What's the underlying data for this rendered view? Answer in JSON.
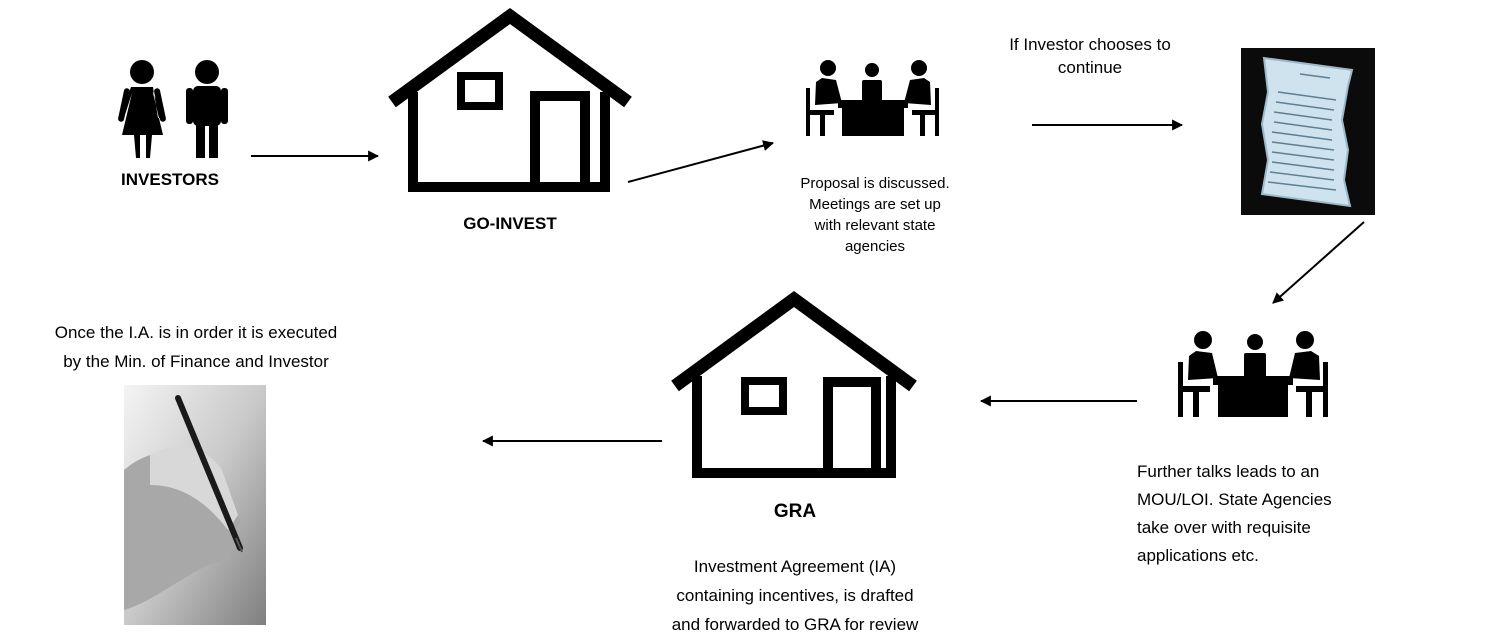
{
  "labels": {
    "investors": "INVESTORS",
    "go_invest": "GO-INVEST",
    "gra": "GRA"
  },
  "notes": {
    "proposal": [
      "Proposal is discussed.",
      "Meetings are set up",
      "with relevant state",
      "agencies"
    ],
    "continue": [
      "If Investor chooses to",
      "continue"
    ],
    "mou": [
      "Further talks leads to an",
      "MOU/LOI. State Agencies",
      "take over with requisite",
      "applications etc."
    ],
    "ia": [
      "Investment Agreement (IA)",
      "containing incentives, is drafted",
      "and forwarded to GRA for review"
    ],
    "executed": [
      "Once the I.A. is in order it is executed",
      "by the Min. of Finance and Investor"
    ]
  },
  "colors": {
    "ink": "#000000",
    "document_bg": "#0b0b0b",
    "paper": "#cfe3ee",
    "photo_light": "#e9e9e9",
    "photo_dark": "#8a8a8a"
  }
}
